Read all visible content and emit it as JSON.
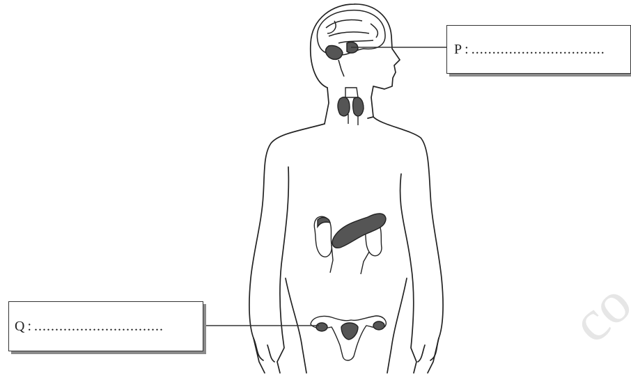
{
  "labels": {
    "p": {
      "letter": "P",
      "separator": ":",
      "blank": "................................"
    },
    "q": {
      "letter": "Q",
      "separator": ":",
      "blank": "..............................."
    }
  },
  "watermark": "co",
  "colors": {
    "stroke": "#222222",
    "gland_fill": "#555555",
    "box_shadow": "#8a8a8a"
  }
}
